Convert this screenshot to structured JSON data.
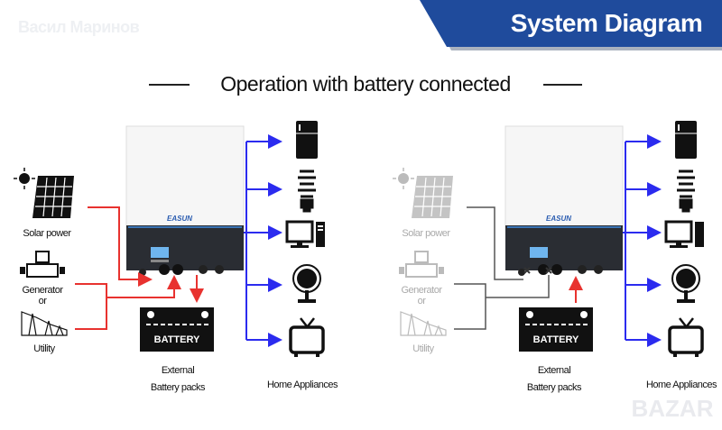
{
  "watermark_top": "Васил Маринов",
  "watermark_bottom": "BAZAR",
  "banner": {
    "title": "System Diagram",
    "color": "#1f4b9c"
  },
  "subtitle": "Operation with battery connected",
  "inverter": {
    "brand": "EASUN"
  },
  "panels": [
    {
      "mode": "active",
      "sources": {
        "solar": "Solar power",
        "generator": "Generator",
        "or": "or",
        "utility": "Utility"
      },
      "battery": {
        "label": "BATTERY",
        "caption_1": "External",
        "caption_2": "Battery packs",
        "flow": "charging"
      },
      "loads": {
        "caption": "Home Appliances",
        "items": [
          "refrigerator",
          "light-bulb",
          "computer",
          "fan",
          "tv"
        ]
      }
    },
    {
      "mode": "inputs-disconnected",
      "sources": {
        "solar": "Solar power",
        "generator": "Generator",
        "or": "or",
        "utility": "Utility"
      },
      "battery": {
        "label": "BATTERY",
        "caption_1": "External",
        "caption_2": "Battery packs",
        "flow": "discharging"
      },
      "loads": {
        "caption": "Home Appliances",
        "items": [
          "refrigerator",
          "light-bulb",
          "computer",
          "fan",
          "tv"
        ]
      }
    }
  ],
  "colors": {
    "input_flow": "#e8322f",
    "output_flow": "#2b2bef",
    "disconnected": "#555555",
    "inactive_icon": "#bbbbbb"
  }
}
